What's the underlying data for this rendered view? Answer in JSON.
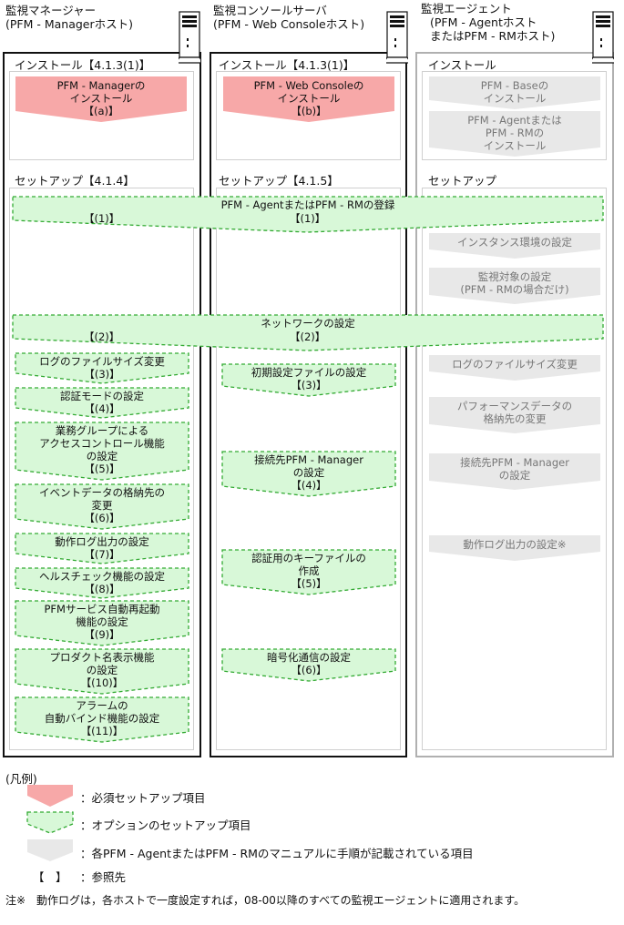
{
  "colors": {
    "required": "#f7a8a8",
    "optional_fill": "#d8f8d8",
    "optional_border": "#33aa33",
    "vendor": "#e8e8e8"
  },
  "headers": {
    "manager": [
      "監視マネージャー",
      "(PFM - Managerホスト)"
    ],
    "console": [
      "監視コンソールサーバ",
      "(PFM - Web Consoleホスト)"
    ],
    "agent": [
      "監視エージェント",
      "(PFM - Agentホスト",
      "またはPFM - RMホスト)"
    ]
  },
  "sections": {
    "mgr_install": "インストール【4.1.3(1)】",
    "con_install": "インストール【4.1.3(1)】",
    "agt_install": "インストール",
    "mgr_setup": "セットアップ【4.1.4】",
    "con_setup": "セットアップ【4.1.5】",
    "agt_setup": "セットアップ"
  },
  "install": {
    "mgr": [
      "PFM - Managerの",
      "インストール",
      "【(a)】"
    ],
    "con": [
      "PFM - Web Consoleの",
      "インストール",
      "【(b)】"
    ],
    "agt1": [
      "PFM - Baseの",
      "インストール"
    ],
    "agt2": [
      "PFM - Agentまたは",
      "PFM - RMの",
      "インストール"
    ]
  },
  "wide": {
    "register": {
      "label": "PFM - AgentまたはPFM - RMの登録",
      "ref_left": "【(1)】",
      "ref_right": "【(1)】"
    },
    "network": {
      "label": "ネットワークの設定",
      "ref_left": "【(2)】",
      "ref_right": "【(2)】"
    }
  },
  "manager_items": [
    [
      "ログのファイルサイズ変更",
      "【(3)】"
    ],
    [
      "認証モードの設定",
      "【(4)】"
    ],
    [
      "業務グループによる",
      "アクセスコントロール機能",
      "の設定",
      "【(5)】"
    ],
    [
      "イベントデータの格納先の",
      "変更",
      "【(6)】"
    ],
    [
      "動作ログ出力の設定",
      "【(7)】"
    ],
    [
      "ヘルスチェック機能の設定",
      "【(8)】"
    ],
    [
      "PFMサービス自動再起動",
      "機能の設定",
      "【(9)】"
    ],
    [
      "プロダクト名表示機能",
      "の設定",
      "【(10)】"
    ],
    [
      "アラームの",
      "自動バインド機能の設定",
      "【(11)】"
    ]
  ],
  "console_items": [
    [
      "初期設定ファイルの設定",
      "【(3)】"
    ],
    [
      "接続先PFM - Manager",
      "の設定",
      "【(4)】"
    ],
    [
      "認証用のキーファイルの",
      "作成",
      "【(5)】"
    ],
    [
      "暗号化通信の設定",
      "【(6)】"
    ]
  ],
  "agent_items": [
    [
      "インスタンス環境の設定"
    ],
    [
      "監視対象の設定",
      "(PFM - RMの場合だけ)"
    ],
    [
      "ログのファイルサイズ変更"
    ],
    [
      "パフォーマンスデータの",
      "格納先の変更"
    ],
    [
      "接続先PFM - Manager",
      "の設定"
    ],
    [
      "動作ログ出力の設定※"
    ]
  ],
  "legend": {
    "title": "(凡例)",
    "required": "：必須セットアップ項目",
    "optional": "：オプションのセットアップ項目",
    "vendor": "：各PFM - AgentまたはPFM - RMのマニュアルに手順が記載されている項目",
    "ref_mark": "【　】",
    "ref": "：参照先"
  },
  "note": "注※　動作ログは，各ホストで一度設定すれば，08-00以降のすべての監視エージェントに適用されます。"
}
